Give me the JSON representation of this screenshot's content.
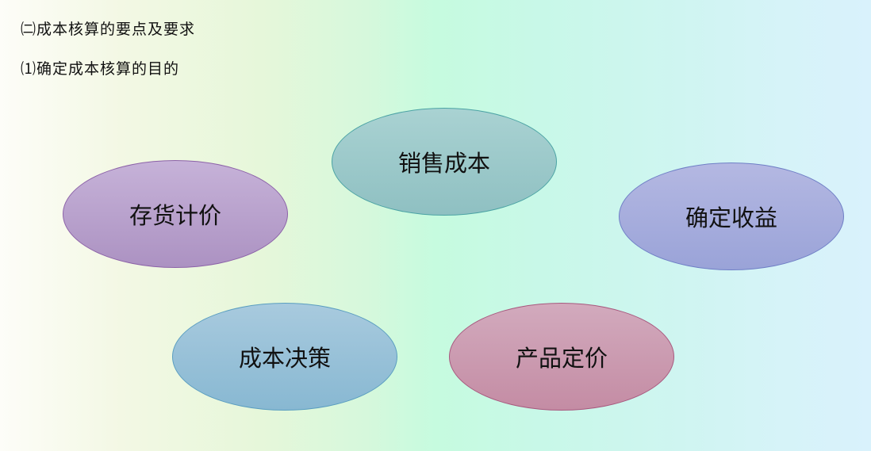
{
  "headings": {
    "section": "㈡成本核算的要点及要求",
    "subsection": "⑴确定成本核算的目的"
  },
  "diagram": {
    "type": "ellipse-cluster",
    "nodes": [
      {
        "id": "sales-cost",
        "label": "销售成本",
        "fill": "#9fcaca",
        "stroke": "#4ba3a4"
      },
      {
        "id": "inventory-valuation",
        "label": "存货计价",
        "fill": "#b8a2ce",
        "stroke": "#8c62a8"
      },
      {
        "id": "determine-revenue",
        "label": "确定收益",
        "fill": "#a8aee0",
        "stroke": "#6f7fc6"
      },
      {
        "id": "cost-decision",
        "label": "成本决策",
        "fill": "#98c2d8",
        "stroke": "#5a9ec0"
      },
      {
        "id": "product-pricing",
        "label": "产品定价",
        "fill": "#cc9cb2",
        "stroke": "#a8587e"
      }
    ]
  },
  "background": {
    "gradient": [
      "#fdfdf8",
      "#e6f7da",
      "#c6fbdf",
      "#cff5f1",
      "#d9f2fc"
    ]
  }
}
